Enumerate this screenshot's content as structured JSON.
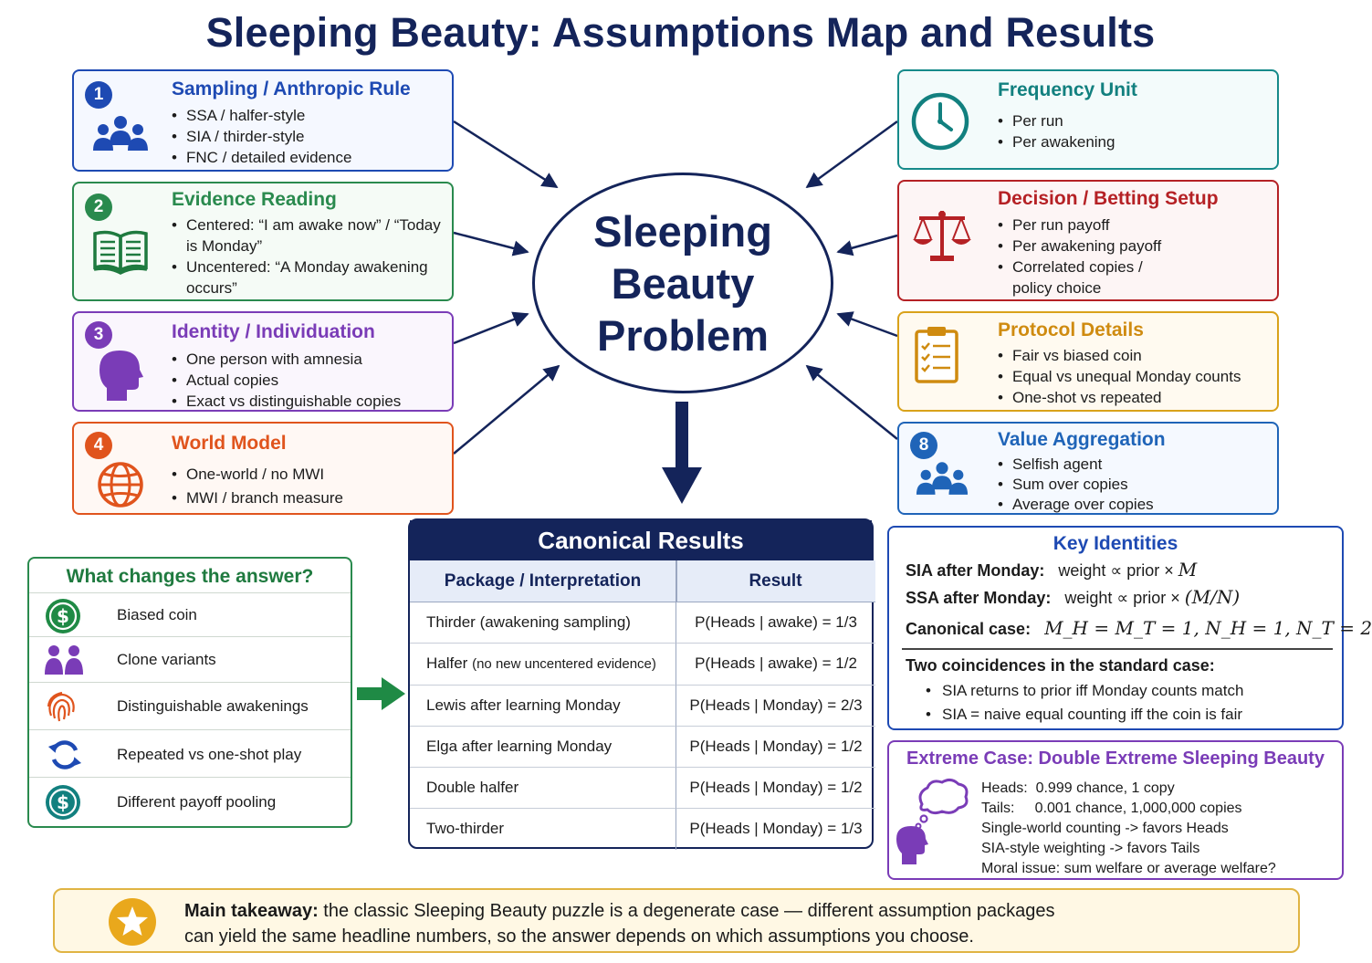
{
  "title": "Sleeping Beauty: Assumptions Map and Results",
  "center": {
    "line1": "Sleeping",
    "line2": "Beauty",
    "line3": "Problem"
  },
  "boxes": {
    "sampling": {
      "badge": "1",
      "heading": "Sampling / Anthropic Rule",
      "items": [
        "SSA / halfer-style",
        "SIA / thirder-style",
        "FNC / detailed evidence"
      ],
      "icon": "people-group-icon"
    },
    "evidence": {
      "badge": "2",
      "heading": "Evidence Reading",
      "items": [
        "Centered: “I am awake now” / “Today is Monday”",
        "Uncentered: “A Monday awakening occurs”"
      ],
      "icon": "open-book-icon"
    },
    "identity": {
      "badge": "3",
      "heading": "Identity / Individuation",
      "items": [
        "One person with amnesia",
        "Actual copies",
        "Exact vs distinguishable copies"
      ],
      "icon": "head-profile-icon"
    },
    "world": {
      "badge": "4",
      "heading": "World Model",
      "items": [
        "One-world / no MWI",
        "MWI / branch measure"
      ],
      "icon": "globe-icon"
    },
    "frequency": {
      "heading": "Frequency Unit",
      "items": [
        "Per run",
        "Per awakening"
      ],
      "icon": "clock-icon"
    },
    "decision": {
      "heading": "Decision / Betting Setup",
      "items": [
        "Per run payoff",
        "Per awakening payoff",
        "Correlated copies / policy choice"
      ],
      "icon": "scales-icon"
    },
    "protocol": {
      "heading": "Protocol Details",
      "items": [
        "Fair vs biased coin",
        "Equal vs unequal Monday counts",
        "One-shot vs repeated"
      ],
      "icon": "clipboard-checklist-icon"
    },
    "value": {
      "badge": "8",
      "heading": "Value Aggregation",
      "items": [
        "Selfish agent",
        "Sum over copies",
        "Average over copies"
      ],
      "icon": "people-group-icon"
    }
  },
  "what_changes": {
    "heading": "What changes the answer?",
    "rows": [
      {
        "label": "Biased coin",
        "icon": "dollar-coin-icon"
      },
      {
        "label": "Clone variants",
        "icon": "two-people-icon"
      },
      {
        "label": "Distinguishable awakenings",
        "icon": "fingerprint-icon"
      },
      {
        "label": "Repeated vs one-shot play",
        "icon": "refresh-icon"
      },
      {
        "label": "Different payoff pooling",
        "icon": "dollar-coin-icon"
      }
    ]
  },
  "canonical": {
    "heading": "Canonical Results",
    "col1": "Package / Interpretation",
    "col2": "Result",
    "rows": [
      {
        "a": "Thirder (awakening sampling)",
        "a_small": "",
        "b": "P(Heads | awake) = 1/3"
      },
      {
        "a": "Halfer",
        "a_small": "(no new uncentered evidence)",
        "b": "P(Heads | awake) = 1/2"
      },
      {
        "a": "Lewis after learning Monday",
        "a_small": "",
        "b": "P(Heads | Monday) = 2/3"
      },
      {
        "a": "Elga after learning Monday",
        "a_small": "",
        "b": "P(Heads | Monday) = 1/2"
      },
      {
        "a": "Double halfer",
        "a_small": "",
        "b": "P(Heads | Monday) = 1/2"
      },
      {
        "a": "Two-thirder",
        "a_small": "",
        "b": "P(Heads | Monday) = 1/3"
      }
    ]
  },
  "key_identities": {
    "heading": "Key Identities",
    "sia_label": "SIA after Monday:",
    "sia_formula": "weight ∝ prior × ",
    "sia_var": "M",
    "ssa_label": "SSA after Monday:",
    "ssa_formula": "weight ∝ prior × ",
    "ssa_var": "(M/N)",
    "canon_label": "Canonical case:",
    "canon_formula": "M_H = M_T = 1, N_H = 1, N_T = 2",
    "coinc_heading": "Two coincidences in the standard case:",
    "coinc_items": [
      "SIA returns to prior iff Monday counts match",
      "SIA = naive equal counting iff the coin is fair"
    ]
  },
  "extreme": {
    "heading": "Extreme Case: Double Extreme Sleeping Beauty",
    "lines": [
      "Heads:  0.999 chance, 1 copy",
      "Tails:     0.001 chance, 1,000,000 copies",
      "Single-world counting -> favors Heads",
      "SIA-style weighting -> favors Tails",
      "Moral issue: sum welfare or average welfare?"
    ],
    "icon": "thinking-head-icon"
  },
  "takeaway": {
    "label": "Main takeaway:",
    "text1": " the classic Sleeping Beauty puzzle is a degenerate case — different assumption packages",
    "text2": "can yield the same headline numbers, so the answer depends on which assumptions you choose.",
    "icon": "star-badge-icon"
  },
  "colors": {
    "navy": "#14245a",
    "blue": "#1e4ab3",
    "green": "#2a8a4e",
    "purple": "#7a3cb7",
    "orange": "#e0541d",
    "teal": "#168a8a",
    "red": "#b52125",
    "gold": "#d9a21a"
  }
}
